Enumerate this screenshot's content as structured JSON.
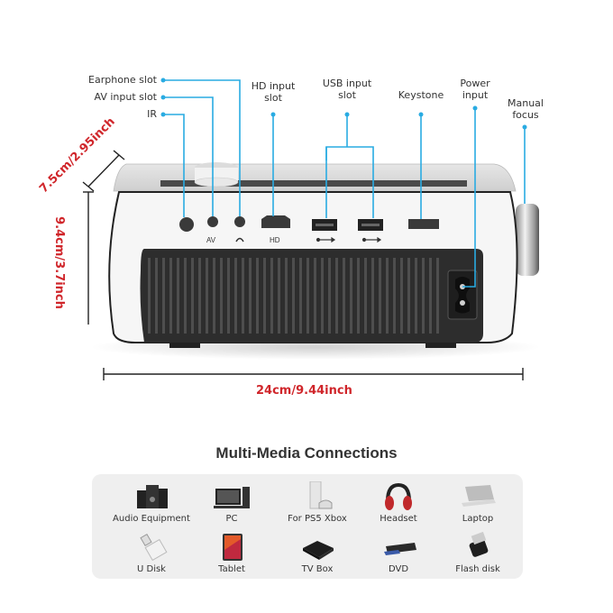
{
  "callouts": {
    "earphone_slot": "Earphone slot",
    "av_input_slot": "AV input slot",
    "ir": "IR",
    "hd_input_slot_line1": "HD input",
    "hd_input_slot_line2": "slot",
    "usb_input_slot_line1": "USB input",
    "usb_input_slot_line2": "slot",
    "keystone": "Keystone",
    "power_input_line1": "Power",
    "power_input_line2": "input",
    "manual_focus_line1": "Manual",
    "manual_focus_line2": "focus"
  },
  "port_markings": {
    "av": "AV",
    "hd": "HD"
  },
  "dimensions": {
    "depth": "7.5cm/2.95inch",
    "height": "9.4cm/3.7inch",
    "width": "24cm/9.44inch"
  },
  "colors": {
    "callout_line": "#29abe2",
    "dimension_text": "#d0262b",
    "body": "#f4f4f4",
    "vent": "#2b2b2b"
  },
  "connections": {
    "title": "Multi-Media Connections",
    "devices": [
      {
        "label": "Audio Equipment",
        "icon": "speaker-icon"
      },
      {
        "label": "PC",
        "icon": "desktop-pc-icon"
      },
      {
        "label": "For PS5 Xbox",
        "icon": "game-console-icon"
      },
      {
        "label": "Headset",
        "icon": "headphones-icon"
      },
      {
        "label": "Laptop",
        "icon": "laptop-icon"
      },
      {
        "label": "U Disk",
        "icon": "usb-drive-icon"
      },
      {
        "label": "Tablet",
        "icon": "tablet-icon"
      },
      {
        "label": "TV Box",
        "icon": "tv-box-icon"
      },
      {
        "label": "DVD",
        "icon": "dvd-player-icon"
      },
      {
        "label": "Flash disk",
        "icon": "flash-disk-icon"
      }
    ]
  }
}
